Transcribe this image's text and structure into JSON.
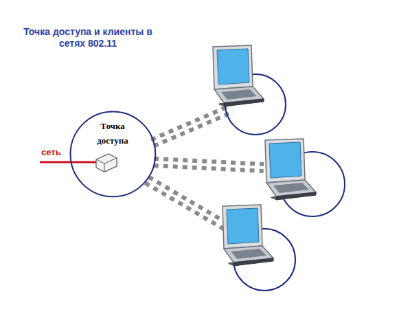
{
  "diagram": {
    "title": "Точка доступа и клиенты в сетях 802.11",
    "nodes": [
      {
        "text": [
          "Точка доступа"
        ]
      }
    ],
    "labels": [
      "сеть"
    ]
  }
}
